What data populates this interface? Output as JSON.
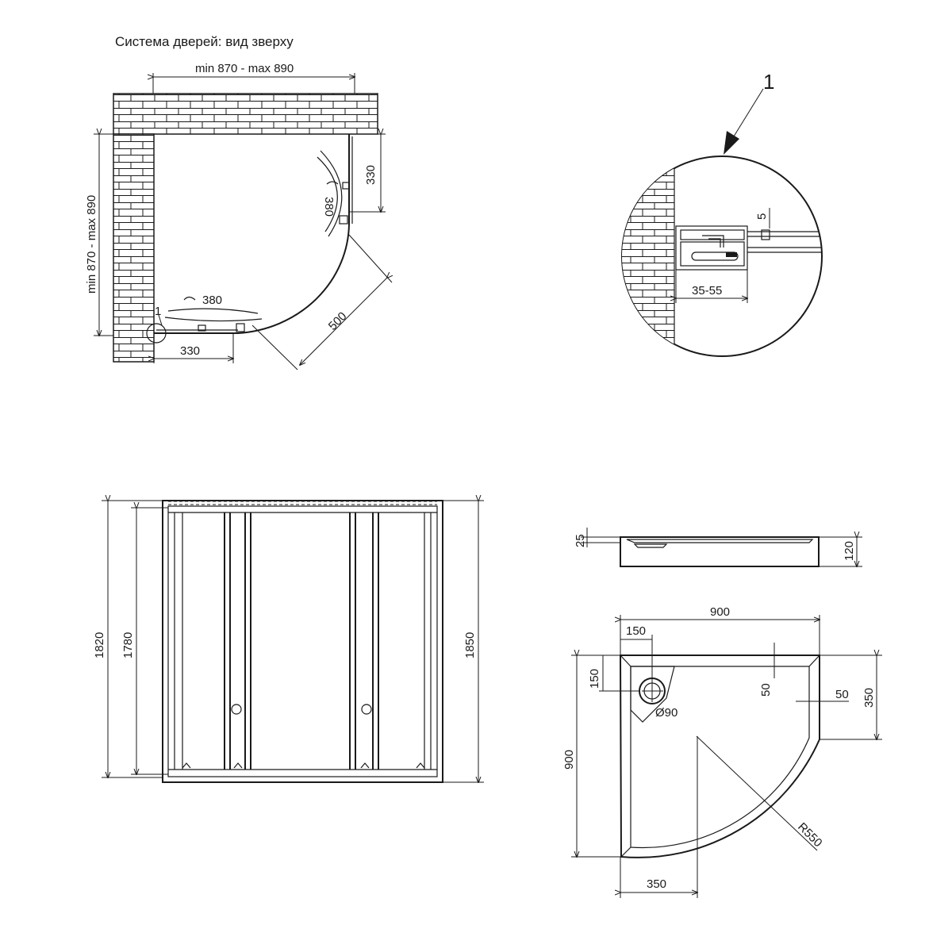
{
  "top_view": {
    "title": "Система дверей: вид зверху",
    "dim_width": "min 870 - max 890",
    "dim_height": "min 870 - max 890",
    "dim_side_right": "330",
    "dim_side_bottom": "330",
    "dim_door_right": "380",
    "dim_door_bottom": "380",
    "dim_opening": "500",
    "callout": "1"
  },
  "detail": {
    "callout": "1",
    "dim_gap": "5",
    "dim_range": "35-55"
  },
  "front_view": {
    "dim_outer_left": "1820",
    "dim_inner_left": "1780",
    "dim_right": "1850"
  },
  "tray_side": {
    "dim_rim": "25",
    "dim_height": "120"
  },
  "tray_top": {
    "dim_width": "900",
    "dim_depth": "900",
    "dim_drain_x": "150",
    "dim_drain_y": "150",
    "dim_drain_dia": "Ø90",
    "dim_border_top": "50",
    "dim_border_side": "50",
    "dim_side": "350",
    "dim_bottom": "350",
    "dim_radius": "R550"
  }
}
